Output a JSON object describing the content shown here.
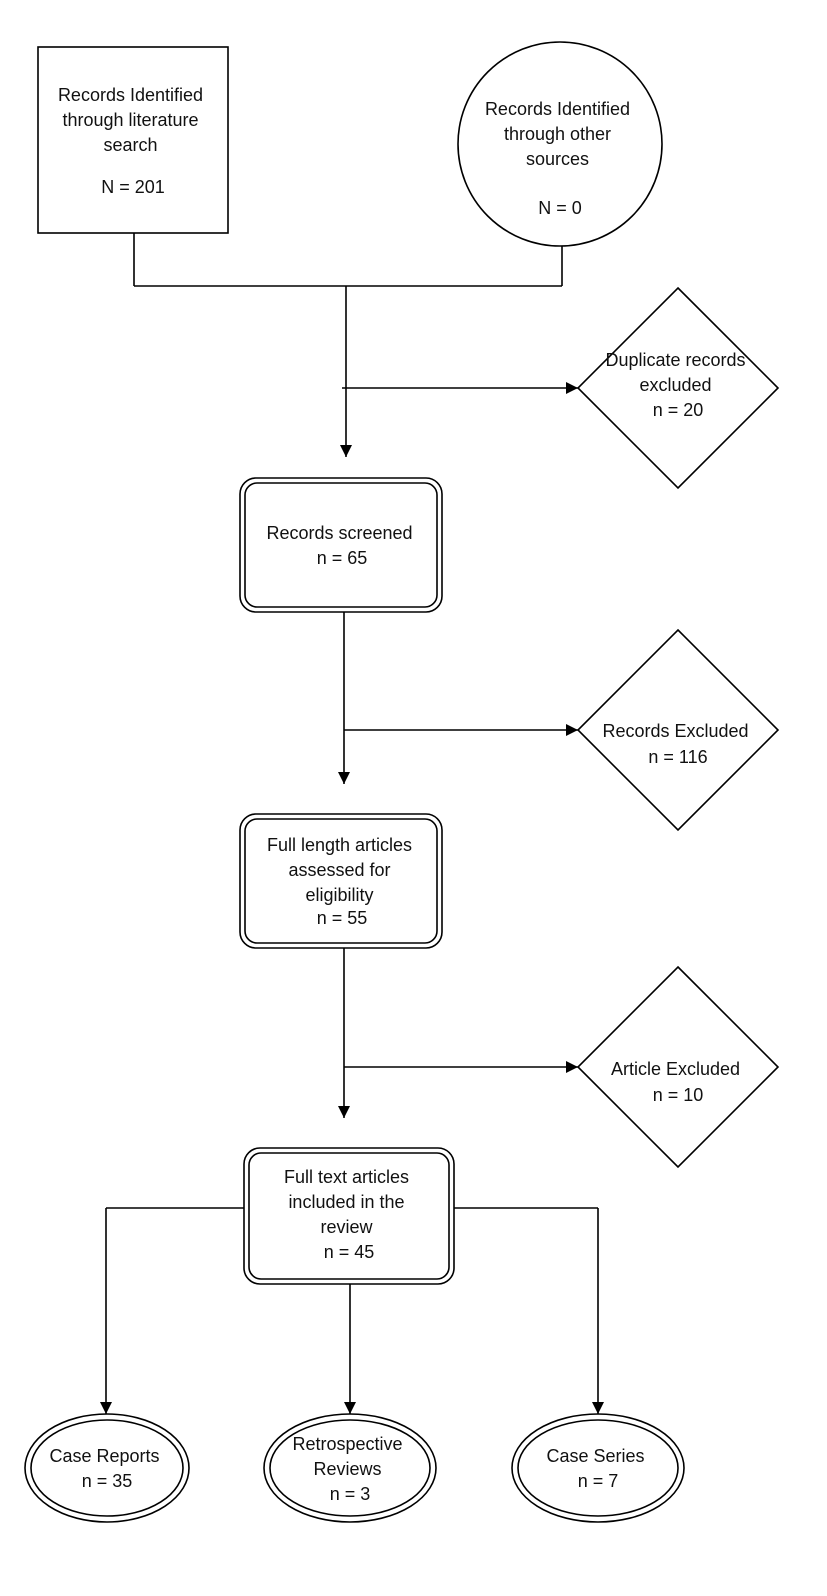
{
  "nodes": {
    "literature_search": {
      "lines": [
        "Records Identified",
        "through literature",
        "search",
        "",
        "N = 201"
      ]
    },
    "other_sources": {
      "lines": [
        "Records Identified",
        "through other",
        "sources",
        "",
        "N = 0"
      ]
    },
    "duplicates_excluded": {
      "lines": [
        "Duplicate records",
        "excluded",
        "n = 20"
      ]
    },
    "records_screened": {
      "lines": [
        "Records screened",
        "n = 65"
      ]
    },
    "records_excluded": {
      "lines": [
        "Records Excluded",
        "n = 116"
      ]
    },
    "full_length_assessed": {
      "lines": [
        "Full length articles",
        "assessed for",
        "eligibility",
        "n = 55"
      ]
    },
    "article_excluded": {
      "lines": [
        "Article Excluded",
        "n = 10"
      ]
    },
    "full_text_included": {
      "lines": [
        "Full text articles",
        "included in the",
        "review",
        "n = 45"
      ]
    },
    "case_reports": {
      "lines": [
        "Case Reports",
        "n = 35"
      ]
    },
    "retrospective_reviews": {
      "lines": [
        "Retrospective",
        "Reviews",
        "n = 3"
      ]
    },
    "case_series": {
      "lines": [
        "Case Series",
        "n = 7"
      ]
    }
  }
}
